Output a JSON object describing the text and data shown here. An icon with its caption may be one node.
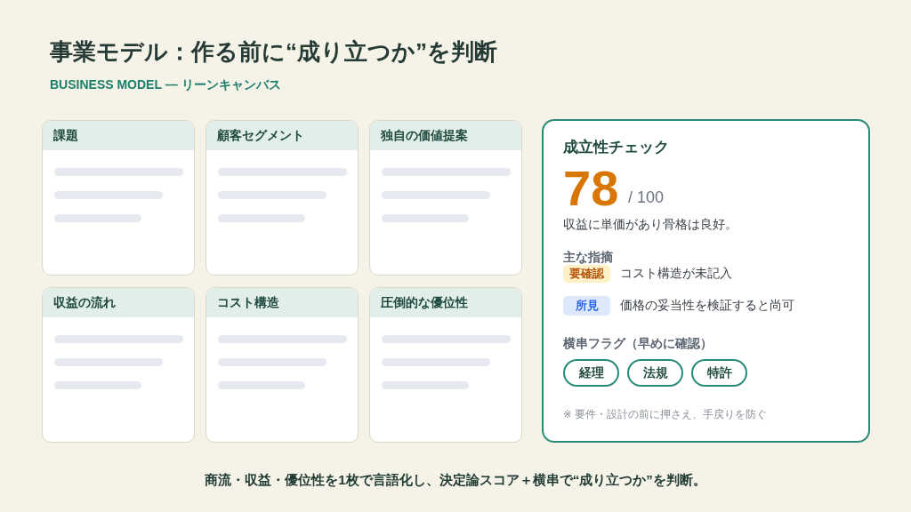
{
  "diagram": {
    "title": "事業モデル：作る前に“成り立つか”を判断",
    "caption": "商流・収益・優位性を1枚で言語化し、決定論スコア＋横串で“成り立つか”を判断。",
    "nodes": [
      {
        "text": [
          "課題"
        ]
      },
      {
        "text": [
          "顧客セグメント"
        ]
      },
      {
        "text": [
          "独自の価値提案"
        ]
      },
      {
        "text": [
          "収益の流れ"
        ]
      },
      {
        "text": [
          "コスト構造"
        ]
      },
      {
        "text": [
          "圧倒的な優位性"
        ]
      },
      {
        "text": [
          "成立性チェック",
          "78",
          "/ 100",
          "収益に単価があり骨格は良好。",
          "主な指摘",
          "横串フラグ（早めに確認）",
          "※ 要件・設計の前に押さえ、手戻りを防ぐ"
        ]
      },
      {
        "text": [
          "要確認"
        ],
        "in": 6,
        "beside": [
          "コスト構造が未記入"
        ]
      },
      {
        "text": [
          "所見"
        ],
        "in": 6,
        "beside": [
          "価格の妥当性を検証すると尚可"
        ]
      },
      {
        "text": [
          "経理"
        ],
        "in": 6
      },
      {
        "text": [
          "法規"
        ],
        "in": 6
      },
      {
        "text": [
          "特許"
        ],
        "in": 6
      }
    ],
    "labels": [
      "BUSINESS MODEL — リーンキャンバス"
    ]
  }
}
